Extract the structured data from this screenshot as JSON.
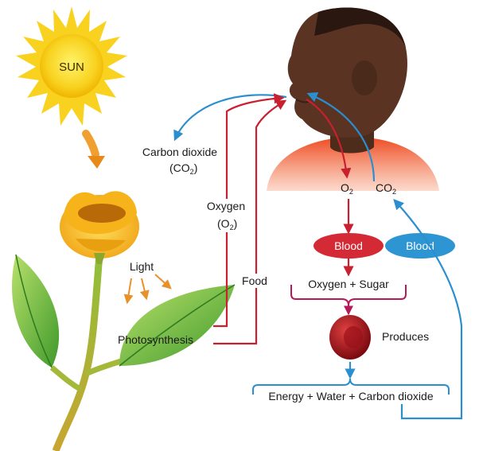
{
  "sun": {
    "label": "SUN"
  },
  "plant": {
    "light_label": "Light",
    "process_label": "Photosynthesis"
  },
  "flows": {
    "carbon_dioxide_label": "Carbon dioxide",
    "carbon_dioxide_formula": "(CO",
    "carbon_dioxide_formula_sub": "2",
    "carbon_dioxide_formula_end": ")",
    "oxygen_label": "Oxygen",
    "oxygen_formula": "(O",
    "oxygen_formula_sub": "2",
    "oxygen_formula_end": ")",
    "food_label": "Food"
  },
  "body": {
    "o2_label": "O",
    "o2_sub": "2",
    "co2_label": "CO",
    "co2_sub": "2",
    "blood_red_label": "Blood",
    "blood_blue_label": "Blood",
    "inputs_label": "Oxygen + Sugar",
    "produces_label": "Produces",
    "outputs_label": "Energy + Water + Carbon dioxide"
  },
  "colors": {
    "red_arrow": "#c8202f",
    "blue_arrow": "#2b8fcf",
    "magenta_bracket": "#b5195a",
    "orange_arrow": "#e8902a",
    "blood_red": "#d42a35",
    "blood_blue": "#2e95d3",
    "sun": "#f7d02a",
    "shirt": "#e8401f",
    "skin": "#5a3322"
  }
}
